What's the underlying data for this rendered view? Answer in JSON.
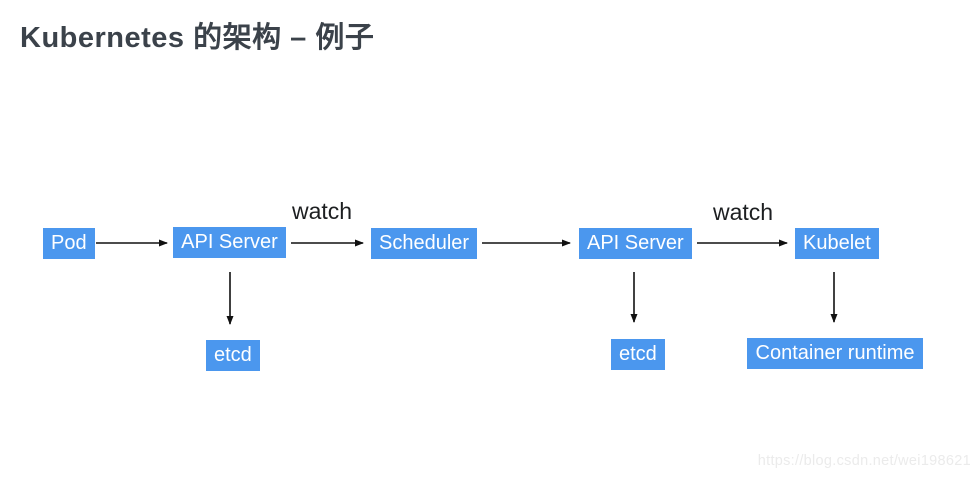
{
  "page": {
    "title": "Kubernetes 的架构 – 例子",
    "watermark": "https://blog.csdn.net/wei198621"
  },
  "colors": {
    "node_background": "#4b97ee",
    "node_text": "#ffffff",
    "title_text": "#3b424a",
    "edge_label_text": "#1d1f21",
    "arrow": "#111111",
    "watermark_text": "#ebebeb",
    "background": "#ffffff"
  },
  "diagram": {
    "nodes": [
      {
        "id": "pod",
        "label": "Pod"
      },
      {
        "id": "api-server-1",
        "label": "API Server"
      },
      {
        "id": "scheduler",
        "label": "Scheduler"
      },
      {
        "id": "api-server-2",
        "label": "API Server"
      },
      {
        "id": "kubelet",
        "label": "Kubelet"
      },
      {
        "id": "etcd-1",
        "label": "etcd"
      },
      {
        "id": "etcd-2",
        "label": "etcd"
      },
      {
        "id": "container-runtime",
        "label": "Container runtime"
      }
    ],
    "edges": [
      {
        "from": "pod",
        "to": "api-server-1",
        "label": ""
      },
      {
        "from": "api-server-1",
        "to": "scheduler",
        "label": "watch"
      },
      {
        "from": "scheduler",
        "to": "api-server-2",
        "label": ""
      },
      {
        "from": "api-server-2",
        "to": "kubelet",
        "label": "watch"
      },
      {
        "from": "api-server-1",
        "to": "etcd-1",
        "label": ""
      },
      {
        "from": "api-server-2",
        "to": "etcd-2",
        "label": ""
      },
      {
        "from": "kubelet",
        "to": "container-runtime",
        "label": ""
      }
    ]
  }
}
